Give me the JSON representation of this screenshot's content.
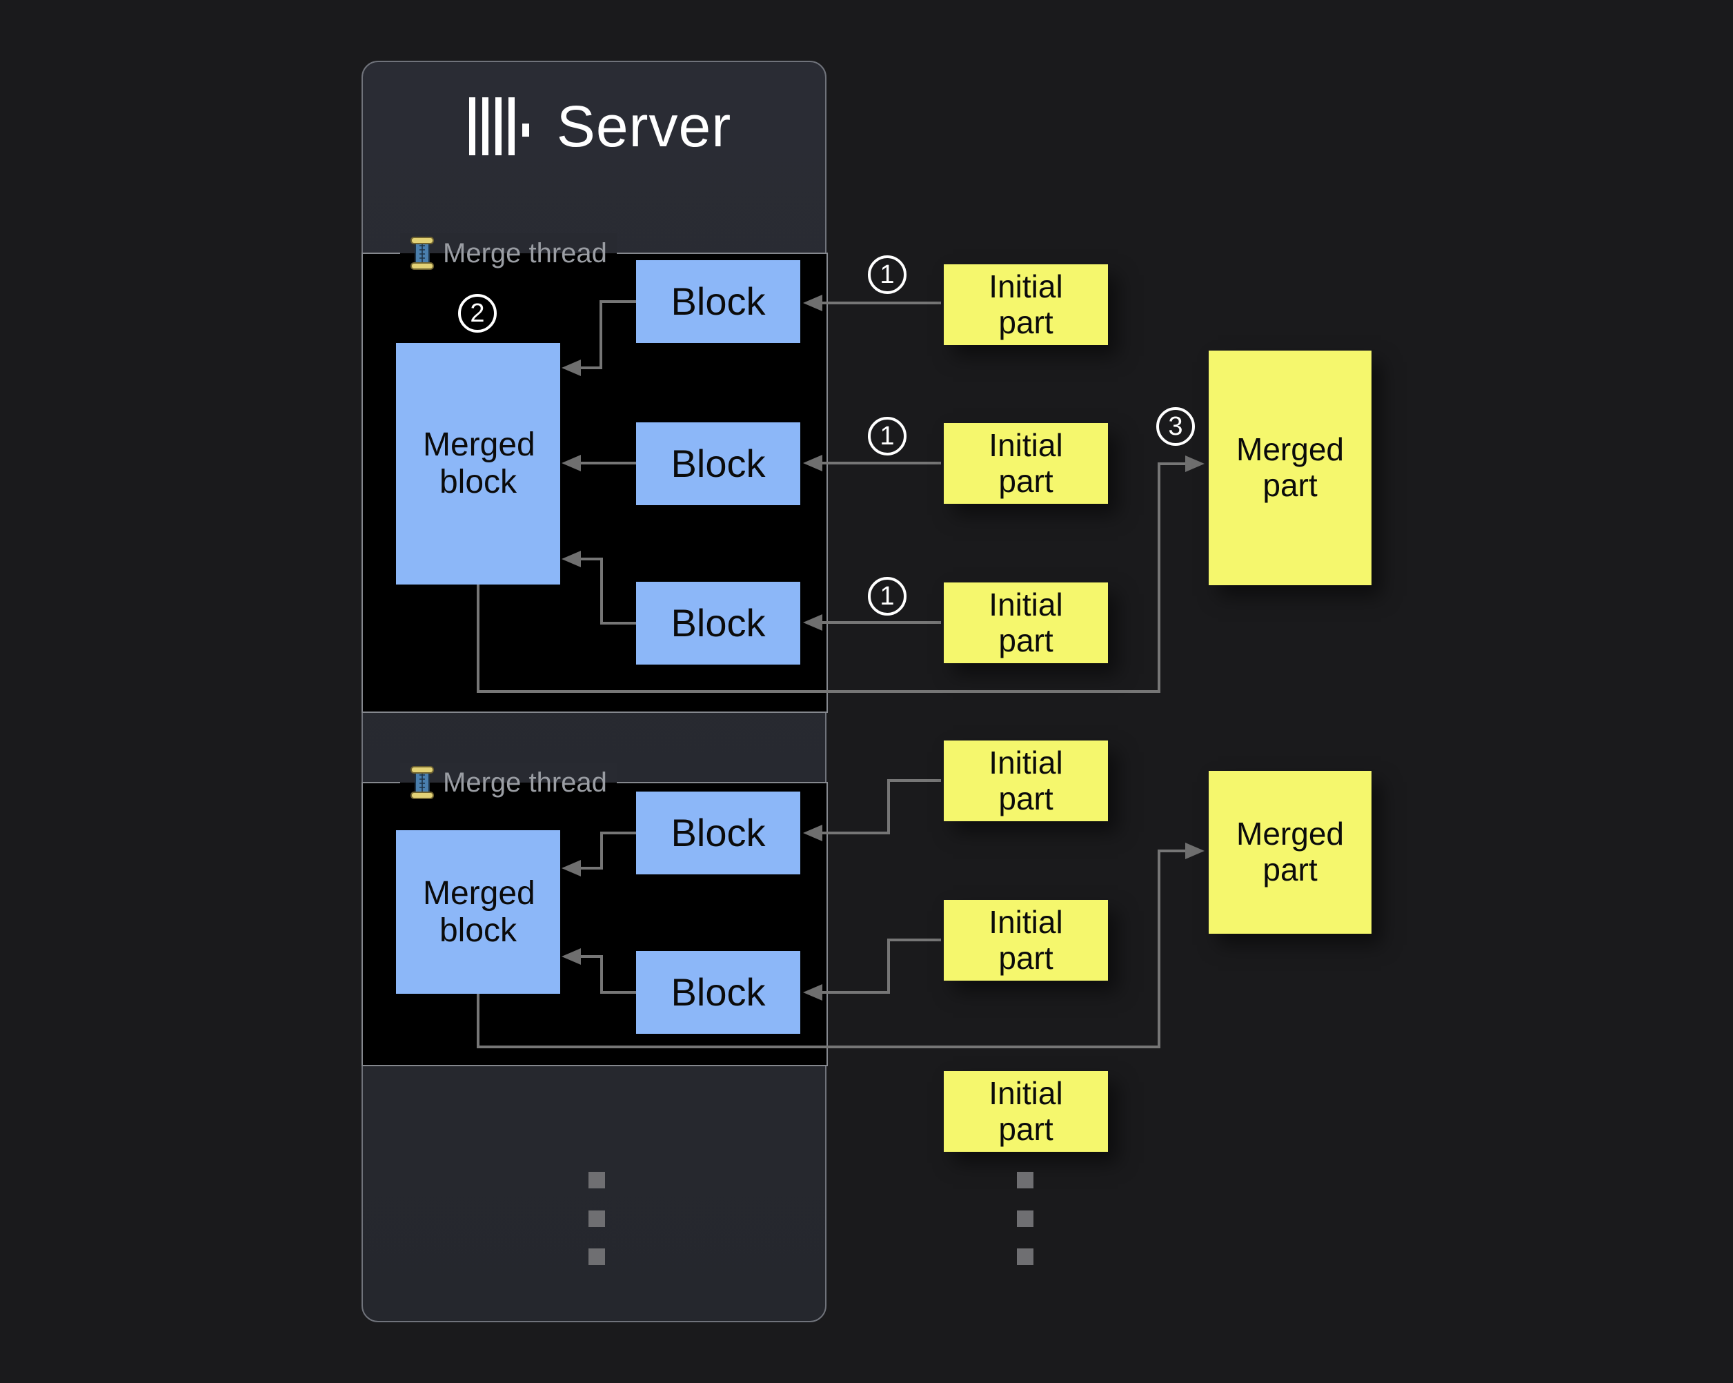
{
  "colors": {
    "canvas_bg": "#1a1a1c",
    "server_bg": "#282a31",
    "server_border": "#70737b",
    "panel_bg": "#000000",
    "panel_border": "#85888e",
    "label_gray": "#9a9da3",
    "block_blue": "#8cb7f8",
    "part_yellow": "#f5f76d",
    "line_gray": "#767676",
    "text_black": "#0b0b0b",
    "white": "#ffffff"
  },
  "server": {
    "title": "Server",
    "logo_icon": "clickhouse-bars-logo"
  },
  "threads": [
    {
      "label": "Merge thread",
      "icon": "thread-spool-icon",
      "step_badge": "2",
      "merged_block": {
        "label": "Merged block"
      },
      "blocks": [
        {
          "label": "Block"
        },
        {
          "label": "Block"
        },
        {
          "label": "Block"
        }
      ]
    },
    {
      "label": "Merge thread",
      "icon": "thread-spool-icon",
      "merged_block": {
        "label": "Merged block"
      },
      "blocks": [
        {
          "label": "Block"
        },
        {
          "label": "Block"
        }
      ]
    }
  ],
  "initial_parts": [
    {
      "label": "Initial part",
      "step_badge": "1"
    },
    {
      "label": "Initial part",
      "step_badge": "1"
    },
    {
      "label": "Initial part",
      "step_badge": "1"
    },
    {
      "label": "Initial part"
    },
    {
      "label": "Initial part"
    },
    {
      "label": "Initial part"
    }
  ],
  "merged_parts": [
    {
      "label": "Merged part",
      "step_badge": "3"
    },
    {
      "label": "Merged part"
    }
  ],
  "ellipsis": {
    "server_dots_icon": "vertical-ellipsis-dots",
    "parts_dots_icon": "vertical-ellipsis-dots"
  }
}
